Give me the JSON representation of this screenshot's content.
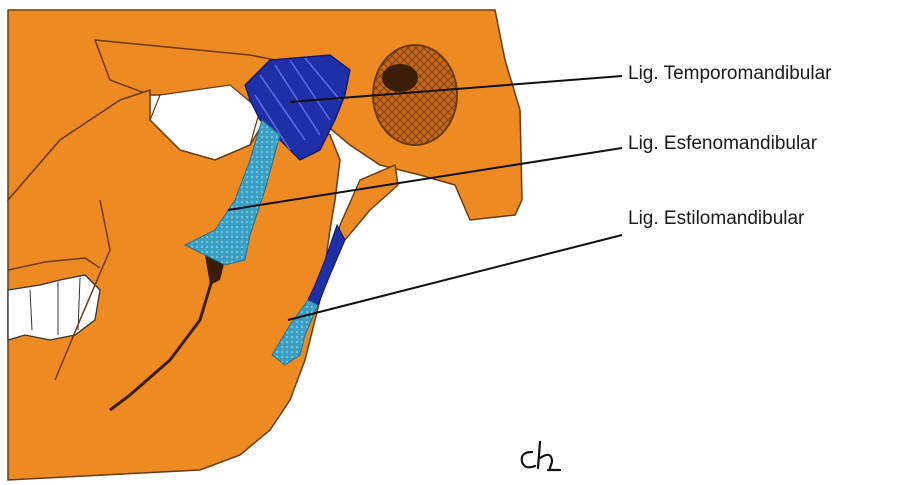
{
  "labels": [
    {
      "text": "Lig. Temporomandibular",
      "color": "#1f2fa8"
    },
    {
      "text": "Lig. Esfenomandibular",
      "color": "#3a9fc4"
    },
    {
      "text": "Lig. Estilomandibular",
      "color": "#3a9fc4"
    }
  ],
  "colors": {
    "bone": "#ee8a22",
    "bone_dark": "#c96812",
    "ligament_blue": "#1f2fa8",
    "ligament_cyan": "#3a9fc4",
    "line": "#111111",
    "background": "#ffffff"
  },
  "signature": "ch"
}
